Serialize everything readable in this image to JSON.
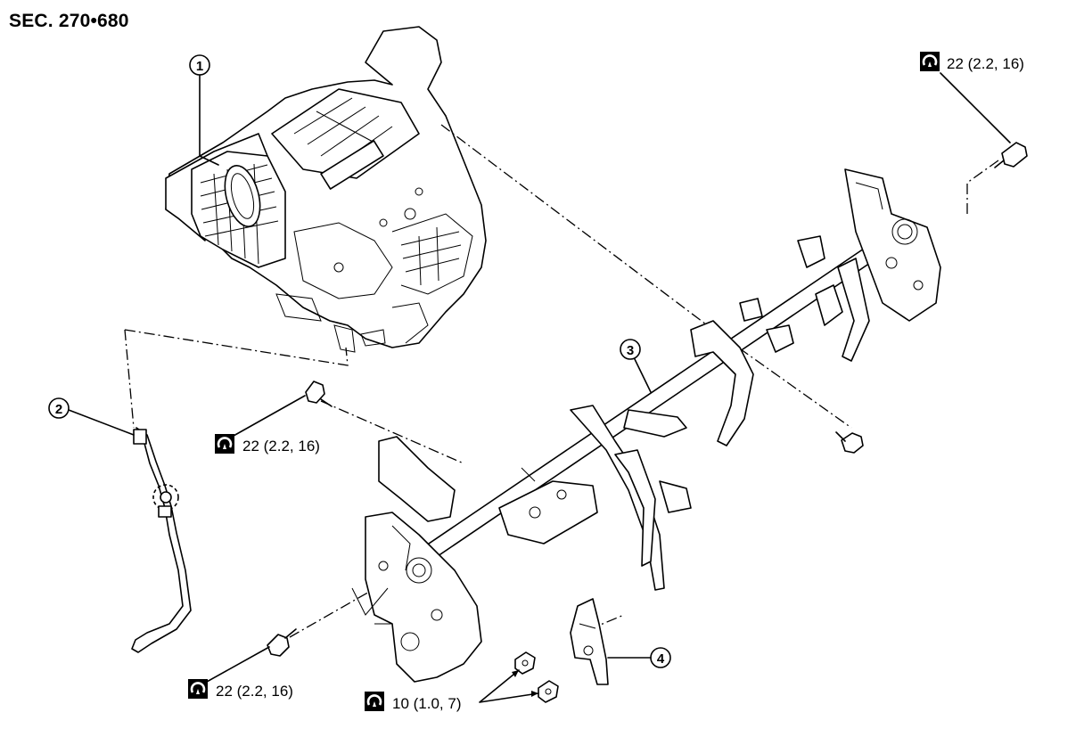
{
  "section_code": "SEC. 270•680",
  "callouts": [
    {
      "id": "callout-1",
      "number": "1",
      "part": "heater-and-cooling-unit"
    },
    {
      "id": "callout-2",
      "number": "2",
      "part": "drain-hose"
    },
    {
      "id": "callout-3",
      "number": "3",
      "part": "steering-member"
    },
    {
      "id": "callout-4",
      "number": "4",
      "part": "support-bracket"
    }
  ],
  "torque_specs": {
    "top_right": "22 (2.2, 16)",
    "middle_left": "22 (2.2, 16)",
    "bottom_left": "22 (2.2, 16)",
    "bottom_center": "10 (1.0, 7)"
  },
  "icons": {
    "torque": "torque-wrench-icon",
    "bolt": "bolt-icon",
    "nut": "nut-icon"
  }
}
